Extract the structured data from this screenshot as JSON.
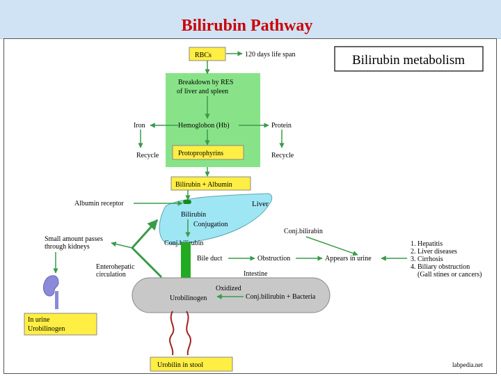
{
  "slide": {
    "title": "Bilirubin Pathway"
  },
  "colors": {
    "arrow": "#3a9a4a",
    "yellow_box": "#ffee44",
    "green_block": "#88e388",
    "liver": "#9fe6f4",
    "intestine": "#c8c8c8",
    "stem": "#22aa22",
    "title_red": "#cc0000"
  },
  "diagram": {
    "heading": "Bilirubin metabolism",
    "rbcs": "RBCs",
    "life_span": "120 days life span",
    "breakdown_line1": "Breakdown by RES",
    "breakdown_line2": "of liver and spleen",
    "hemoglobin": "Hemoglobon (Hb)",
    "iron": "Iron",
    "protein": "Protein",
    "recycle_left": "Recycle",
    "recycle_right": "Recycle",
    "protoporphyrins": "Protoprophyrins",
    "bilirubin_albumin": "Bilirubin + Albumin",
    "albumin_receptor": "Albumin receptor",
    "liver": "Liver",
    "bilirubin": "Bilirubin",
    "conjugation": "Conjugation",
    "conj_bilirubin_liver": "Conj.bilirubin",
    "conj_bilirubin_right": "Conj.bilirabin",
    "small_amount_line1": "Small amount passes",
    "small_amount_line2": "through kidneys",
    "enterohepatic_line1": "Enterohepatic",
    "enterohepatic_line2": "circulation",
    "bile_duct": "Bile duct",
    "obstruction": "Obstruction",
    "appears_in_urine": "Appears in urine",
    "intestine": "Intestine",
    "oxidized": "Oxidized",
    "urobilinogen": "Urobilinogen",
    "conj_bilirubin_bacteria": "Conj.bilirubin + Bacteria",
    "in_urine_line1": "In urine",
    "in_urine_line2": "Urobilinogen",
    "urobilin_stool": "Urobilin in stool",
    "causes": [
      "1. Hepatitis",
      "2. Liver diseases",
      "3. Cirrhosis",
      "4. Biliary obstruction",
      "(Gall stines or cancers)"
    ],
    "source": "labpedia.net"
  }
}
